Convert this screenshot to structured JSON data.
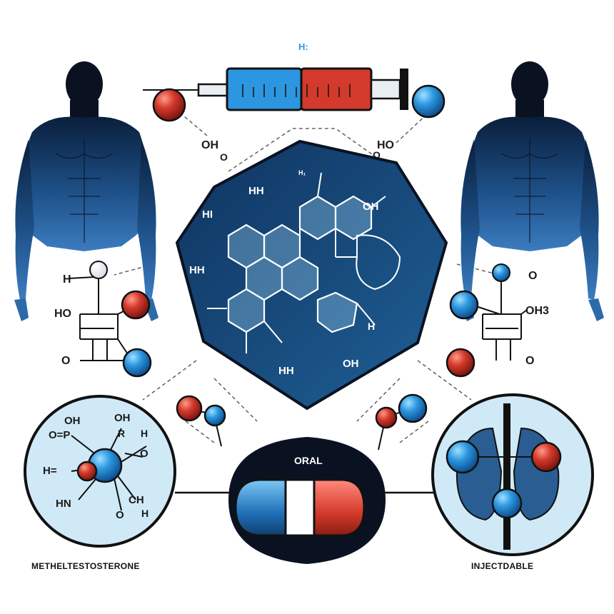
{
  "header": {
    "top_label": "H:"
  },
  "labels": {
    "left_upper_oh": "OH",
    "left_upper_o": "O",
    "right_upper_ho": "HO",
    "right_upper_o": "O",
    "left_h": "H",
    "left_ho": "HO",
    "left_o": "O",
    "right_o": "O",
    "right_oh3": "OH3",
    "right_o2": "O",
    "center_hh1": "HH",
    "center_hi": "HI",
    "center_hh2": "HH",
    "center_oh1": "OH",
    "center_h": "H",
    "center_hh3": "HH",
    "center_oh2": "OH",
    "center_small": "H₁"
  },
  "left_circle": {
    "labels": [
      "OH",
      "OH",
      "O=P",
      "R",
      "H",
      "H=",
      "O",
      "HN",
      "CH",
      "O",
      "H"
    ]
  },
  "right_circle": {
    "labels": []
  },
  "pill": {
    "label": "ORAL"
  },
  "captions": {
    "left": "METHELTESTOSTERONE",
    "right": "INJECTDABLE"
  },
  "colors": {
    "navy": "#0b2a4a",
    "blue": "#1f6fb8",
    "light_blue": "#cfe9f7",
    "red": "#d33a2c",
    "ball_blue": "#2c97e0"
  }
}
